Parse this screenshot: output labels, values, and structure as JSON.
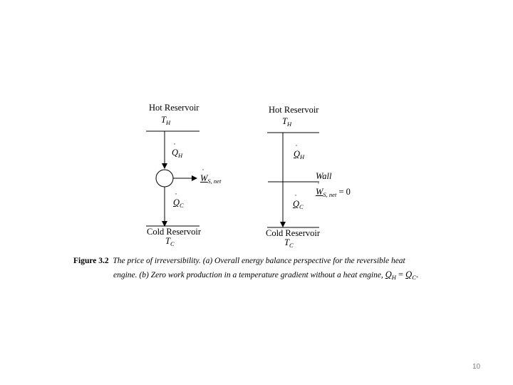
{
  "left": {
    "hot_title": "Hot Reservoir",
    "hot_temp": "T",
    "hot_temp_sub": "H",
    "q_hot": "Q",
    "q_hot_sub": "H",
    "work": "W",
    "work_sub": "S, net",
    "q_cold": "Q",
    "q_cold_sub": "C",
    "cold_title": "Cold Reservoir",
    "cold_temp": "T",
    "cold_temp_sub": "C"
  },
  "right": {
    "hot_title": "Hot Reservoir",
    "hot_temp": "T",
    "hot_temp_sub": "H",
    "q_hot": "Q",
    "q_hot_sub": "H",
    "wall_label": "Wall",
    "work": "W",
    "work_sub": "S, net",
    "work_eq": " = 0",
    "q_cold": "Q",
    "q_cold_sub": "C",
    "cold_title": "Cold Reservoir",
    "cold_temp": "T",
    "cold_temp_sub": "C"
  },
  "caption": {
    "label": "Figure 3.2",
    "line1": "The price of irreversibility. (a) Overall energy balance perspective for the reversible heat",
    "line2": "engine. (b) Zero work production in a temperature gradient without a heat engine, ",
    "eq_q1": "Q",
    "eq_q1_sub": "H",
    "eq_mid": " = ",
    "eq_q2": "Q",
    "eq_q2_sub": "C",
    "eq_end": "."
  },
  "page_number": "10"
}
